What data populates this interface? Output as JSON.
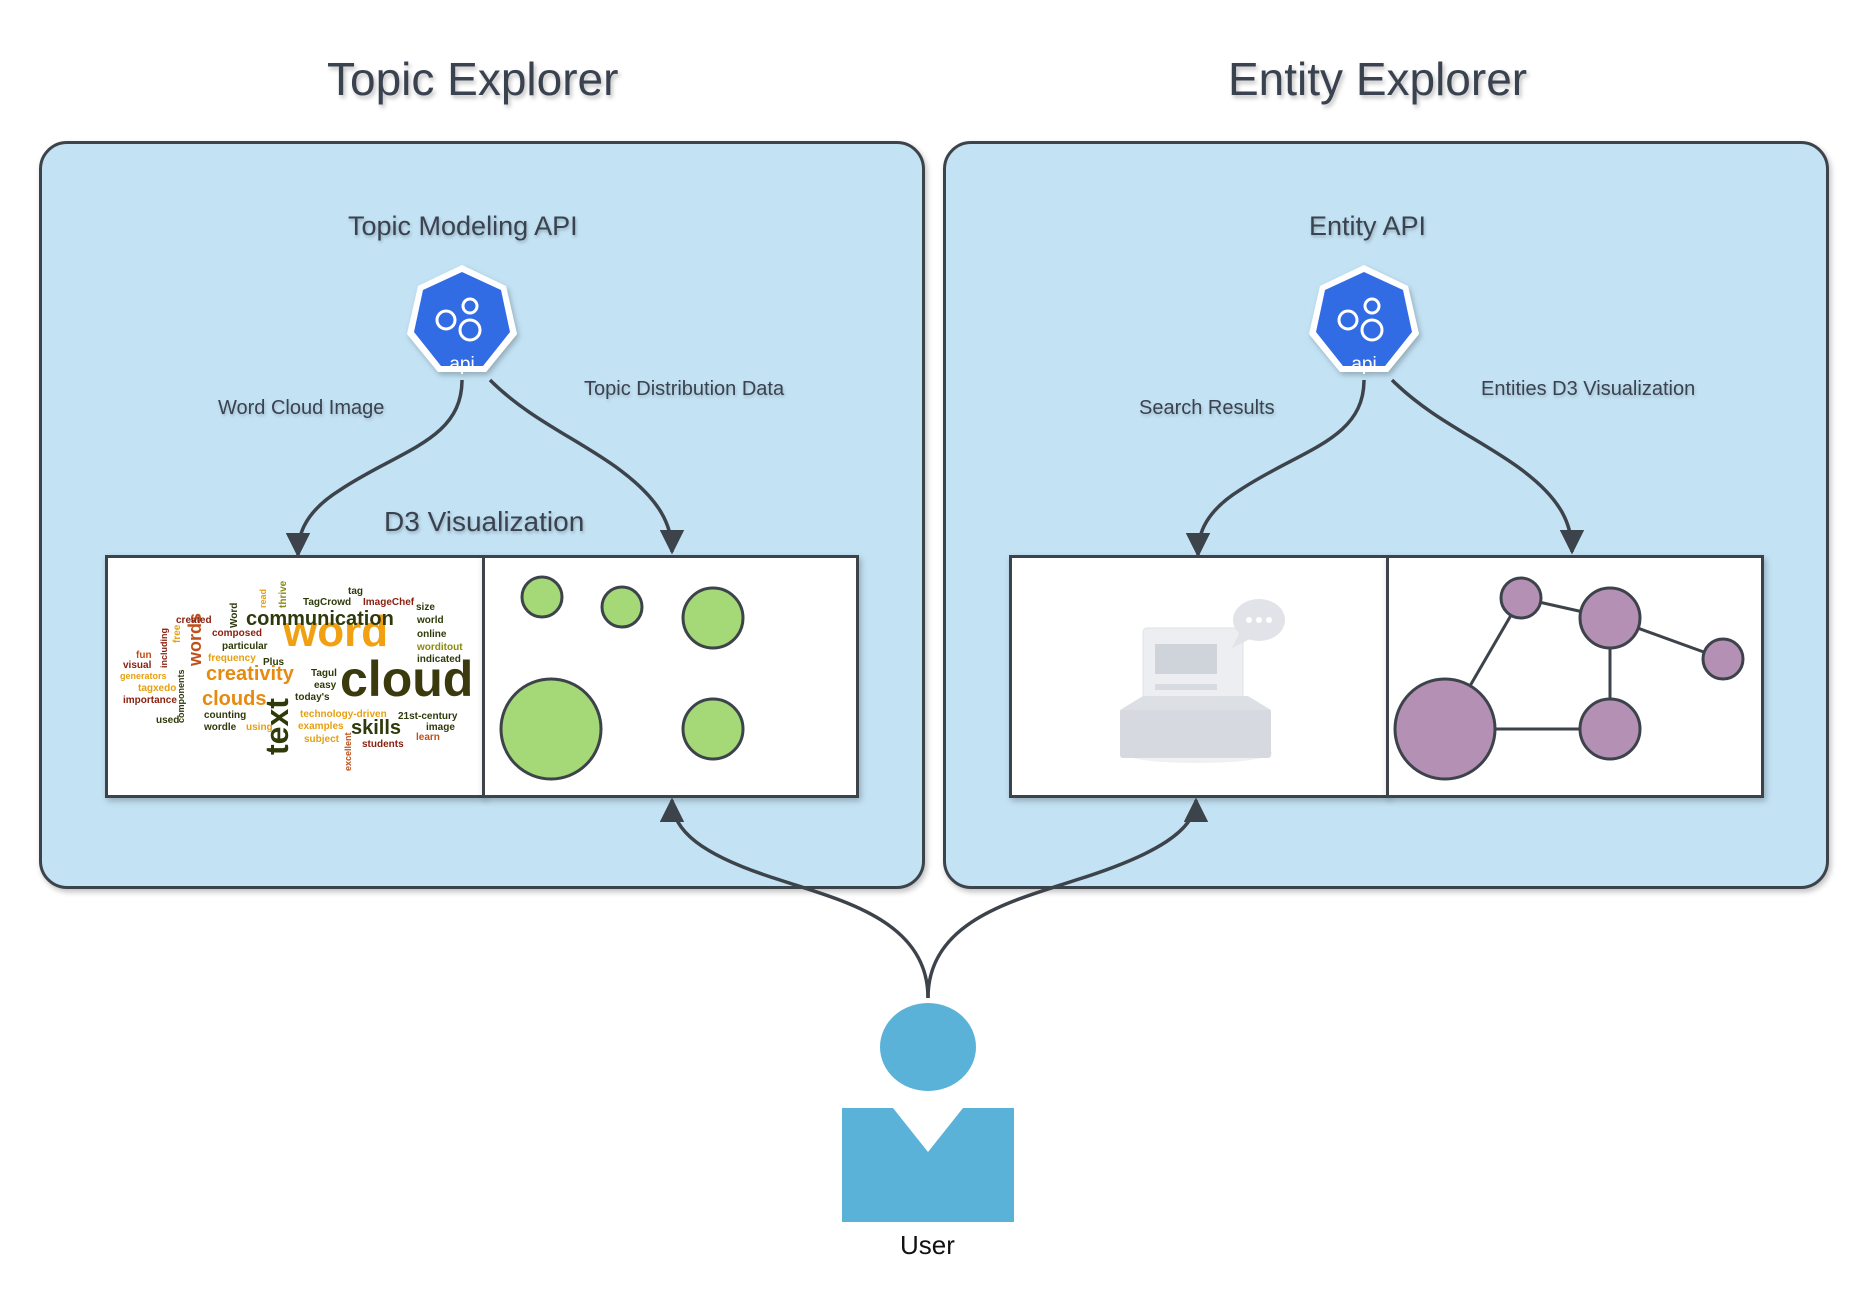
{
  "diagram": {
    "topic_explorer": {
      "title": "Topic Explorer",
      "api_label": "Topic Modeling API",
      "api_icon_text": "api",
      "edge_left_label": "Word Cloud Image",
      "edge_right_label": "Topic Distribution Data",
      "viz_label": "D3 Visualization",
      "word_cloud_words": [
        "word",
        "cloud",
        "text",
        "communication",
        "creativity",
        "clouds",
        "skills",
        "words",
        "tag",
        "TagCrowd",
        "ImageChef",
        "size",
        "world",
        "online",
        "worditout",
        "indicated",
        "created",
        "composed",
        "particular",
        "frequency",
        "Plus",
        "Tagul",
        "easy",
        "today's",
        "technology-driven",
        "21st-century",
        "examples",
        "image",
        "subject",
        "students",
        "learn",
        "excellent",
        "counting",
        "wordle",
        "using",
        "used",
        "importance",
        "visual",
        "fun",
        "generators",
        "tagxedo",
        "including",
        "free",
        "components",
        "Word",
        "thrive",
        "read"
      ]
    },
    "entity_explorer": {
      "title": "Entity Explorer",
      "api_label": "Entity API",
      "api_icon_text": "api",
      "edge_left_label": "Search Results",
      "edge_right_label": "Entities D3 Visualization",
      "chat_icon_text": "..."
    },
    "user": {
      "label": "User"
    },
    "colors": {
      "panel_fill": "#c3e3f5",
      "panel_border": "#3d434a",
      "api_icon": "#326ce5",
      "topic_bubbles": "#a5d877",
      "entity_nodes": "#b491b4",
      "user": "#5ab2d8"
    }
  }
}
